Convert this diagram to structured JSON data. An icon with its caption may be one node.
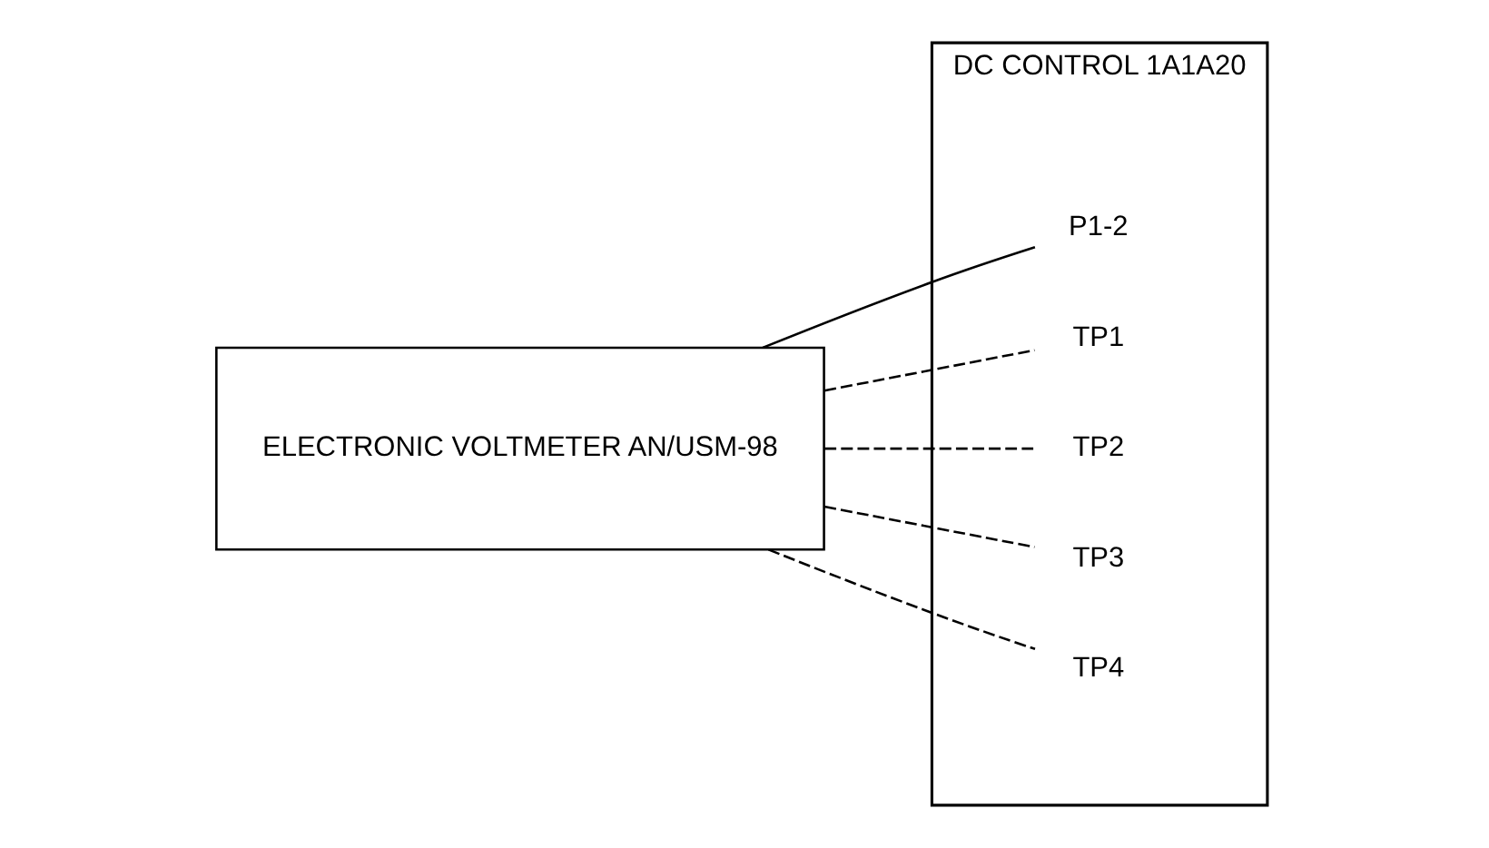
{
  "diagram": {
    "nodes": [
      {
        "text": [
          "ELECTRONIC VOLTMETER AN/USM-98"
        ]
      },
      {
        "text": [
          "DC CONTROL 1A1A20"
        ]
      },
      {
        "text": [
          "P1-2"
        ],
        "in": 1
      },
      {
        "text": [
          "TP1"
        ],
        "in": 1
      },
      {
        "text": [
          "TP2"
        ],
        "in": 1
      },
      {
        "text": [
          "TP3"
        ],
        "in": 1
      },
      {
        "text": [
          "TP4"
        ],
        "in": 1
      }
    ],
    "edges": [
      {
        "from": 0,
        "to": 2,
        "arrow": "none"
      },
      {
        "from": 0,
        "to": 3,
        "arrow": "none",
        "style": "dashed"
      },
      {
        "from": 0,
        "to": 4,
        "arrow": "none",
        "style": "dashed"
      },
      {
        "from": 0,
        "to": 5,
        "arrow": "none",
        "style": "dashed"
      },
      {
        "from": 0,
        "to": 6,
        "arrow": "none",
        "style": "dashed"
      }
    ]
  }
}
